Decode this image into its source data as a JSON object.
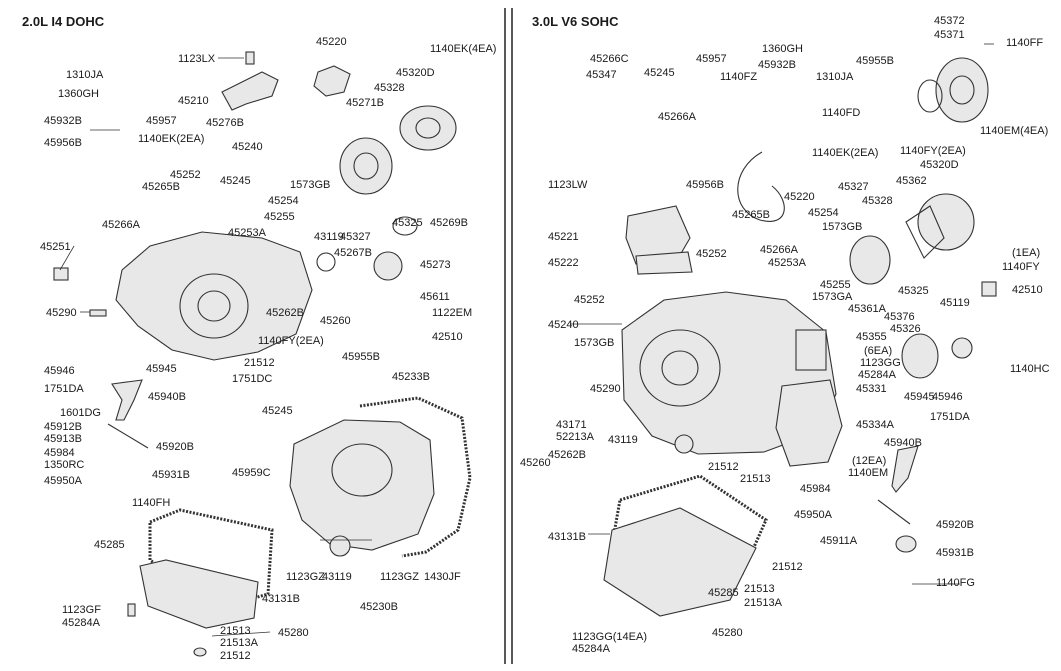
{
  "titles": {
    "left": "2.0L I4 DOHC",
    "right": "3.0L V6 SOHC"
  },
  "colors": {
    "ink": "#1a1a1a",
    "paper": "#ffffff",
    "part_fill": "#e8e8e8"
  },
  "left_labels": [
    "1123LX",
    "45220",
    "1140EK(4EA)",
    "1310JA",
    "1360GH",
    "45210",
    "45320D",
    "45328",
    "45271B",
    "45932B",
    "45957",
    "45276B",
    "45956B",
    "1140EK(2EA)",
    "45240",
    "45252",
    "45245",
    "1573GB",
    "45265B",
    "45254",
    "45255",
    "45325",
    "45266A",
    "45253A",
    "43119",
    "45327",
    "45269B",
    "45251",
    "45267B",
    "45273",
    "45611",
    "45290",
    "1122EM",
    "45262B",
    "45260",
    "42510",
    "1140FY(2EA)",
    "21512",
    "45955B",
    "45946",
    "45945",
    "1751DC",
    "1751DA",
    "45940B",
    "45233B",
    "45245",
    "1601DG",
    "45912B",
    "45913B",
    "45920B",
    "45984",
    "1350RC",
    "45931B",
    "45950A",
    "45959C",
    "1140FH",
    "45285",
    "1123GZ",
    "43119",
    "1123GZ",
    "1430JF",
    "43131B",
    "45230B",
    "1123GF",
    "45284A",
    "21513",
    "21513A",
    "45280",
    "21512"
  ],
  "right_labels": [
    "45372",
    "45371",
    "1140FF",
    "45266C",
    "45957",
    "45245",
    "1360GH",
    "45955B",
    "45347",
    "1140FZ",
    "45932B",
    "1310JA",
    "45266A",
    "1140FD",
    "1140EM(4EA)",
    "1140EK(2EA)",
    "1140FY(2EA)",
    "45320D",
    "1123LW",
    "45956B",
    "45327",
    "45362",
    "45220",
    "45328",
    "45254",
    "45265B",
    "1573GB",
    "45221",
    "45252",
    "45266A",
    "45253A",
    "(1EA)",
    "1140FY",
    "45222",
    "45255",
    "45325",
    "42510",
    "1573GA",
    "45252",
    "45361A",
    "45119",
    "45240",
    "45376",
    "1573GB",
    "45355",
    "45326",
    "(6EA)",
    "1123GG",
    "45284A",
    "1140HC",
    "45290",
    "45331",
    "45945",
    "45946",
    "43171",
    "52213A",
    "45334A",
    "1751DA",
    "43119",
    "45940B",
    "45260",
    "45262B",
    "(12EA)",
    "1140EM",
    "21512",
    "21513",
    "45984",
    "45920B",
    "45950A",
    "43131B",
    "45911A",
    "45931B",
    "1140FG",
    "21512",
    "45285",
    "21513",
    "21513A",
    "1123GG(14EA)",
    "45284A",
    "45280"
  ]
}
